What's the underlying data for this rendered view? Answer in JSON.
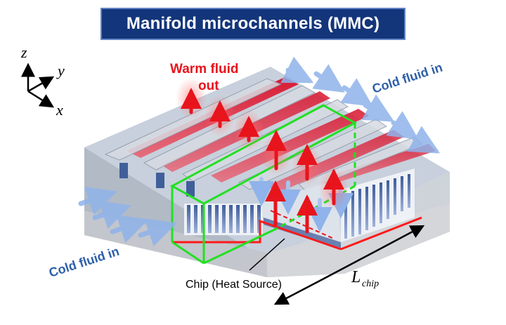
{
  "title": "Manifold microchannels (MMC)",
  "labels": {
    "warm_line1": "Warm fluid",
    "warm_line2": "out",
    "cold_right": "Cold fluid in",
    "cold_left": "Cold fluid in",
    "chip": "Chip (Heat Source)",
    "length_main": "L",
    "length_sub": "chip"
  },
  "axes": {
    "z": "z",
    "y": "y",
    "x": "x"
  },
  "colors": {
    "title_bg": "#13357a",
    "warm": "#e8141c",
    "cold": "#2d5fa8",
    "highlight": "#22e022"
  }
}
